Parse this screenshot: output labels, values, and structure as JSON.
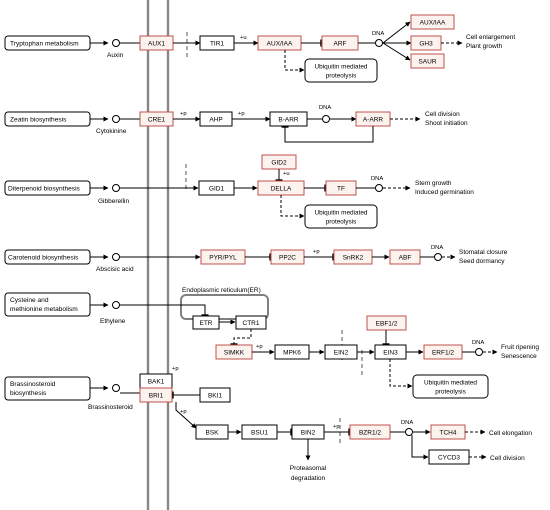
{
  "pathways": {
    "tryptophan": "Tryptophan metabolism",
    "zeatin": "Zeatin biosynthesis",
    "diterpenoid": "Diterpenoid biosynthesis",
    "carotenoid": "Carotenoid biosynthesis",
    "cysteine_l1": "Cysteine and",
    "cysteine_l2": "methionine metabolism",
    "brass_l1": "Brassinosteroid",
    "brass_l2": "biosynthesis"
  },
  "hormones": {
    "auxin": "Auxin",
    "cytokinine": "Cytokinine",
    "gibberellin": "Gibberellin",
    "abscisic": "Abscisic acid",
    "ethylene": "Ethylene",
    "brassinosteroid": "Brassinosteroid"
  },
  "genes": {
    "aux1": "AUX1",
    "tir1": "TIR1",
    "auxiaa": "AUX/IAA",
    "arf": "ARF",
    "auxiaa2": "AUX/IAA",
    "gh3": "GH3",
    "saur": "SAUR",
    "cre1": "CRE1",
    "ahp": "AHP",
    "barr": "B-ARR",
    "aarr": "A-ARR",
    "gid2": "GID2",
    "gid1": "GID1",
    "della": "DELLA",
    "tf": "TF",
    "pyr": "PYR/PYL",
    "pp2c": "PP2C",
    "snrk2": "SnRK2",
    "abf": "ABF",
    "etr": "ETR",
    "ctr1": "CTR1",
    "simkk": "SIMKK",
    "mpk6": "MPK6",
    "ein2": "EIN2",
    "ein3": "EIN3",
    "ebf": "EBF1/2",
    "erf": "ERF1/2",
    "bak1": "BAK1",
    "bri1": "BRI1",
    "bki1": "BKI1",
    "bsk": "BSK",
    "bsu1": "BSU1",
    "bin2": "BIN2",
    "bzr": "BZR1/2",
    "tch4": "TCH4",
    "cycd3": "CYCD3"
  },
  "responses": {
    "auxin_1": "Cell enlargement",
    "auxin_2": "Plant growth",
    "zeatin_1": "Cell division",
    "zeatin_2": "Shoot initiation",
    "gib_1": "Stem growth",
    "gib_2": "Induced germination",
    "aba_1": "Stomatal closure",
    "aba_2": "Seed dormancy",
    "eth_1": "Fruit ripening",
    "eth_2": "Senescence",
    "br_1": "Cell elongation",
    "br_2": "Cell division"
  },
  "ubiquitin_box": {
    "line1": "Ubiquitin mediated",
    "line2": "proteolysis"
  },
  "proteasomal": {
    "line1": "Proteasomal",
    "line2": "degradation"
  },
  "er_label": "Endoplasmic reticulum(ER)",
  "marks": {
    "dna": "DNA",
    "plus_u": "+u",
    "plus_p": "+p"
  },
  "colors": {
    "highlight_border": "#c0504d",
    "highlight_fill": "#fdf3ee",
    "membrane": "#8c8680",
    "dashed_separator": "#aaaaaa",
    "er_border": "#808080"
  }
}
